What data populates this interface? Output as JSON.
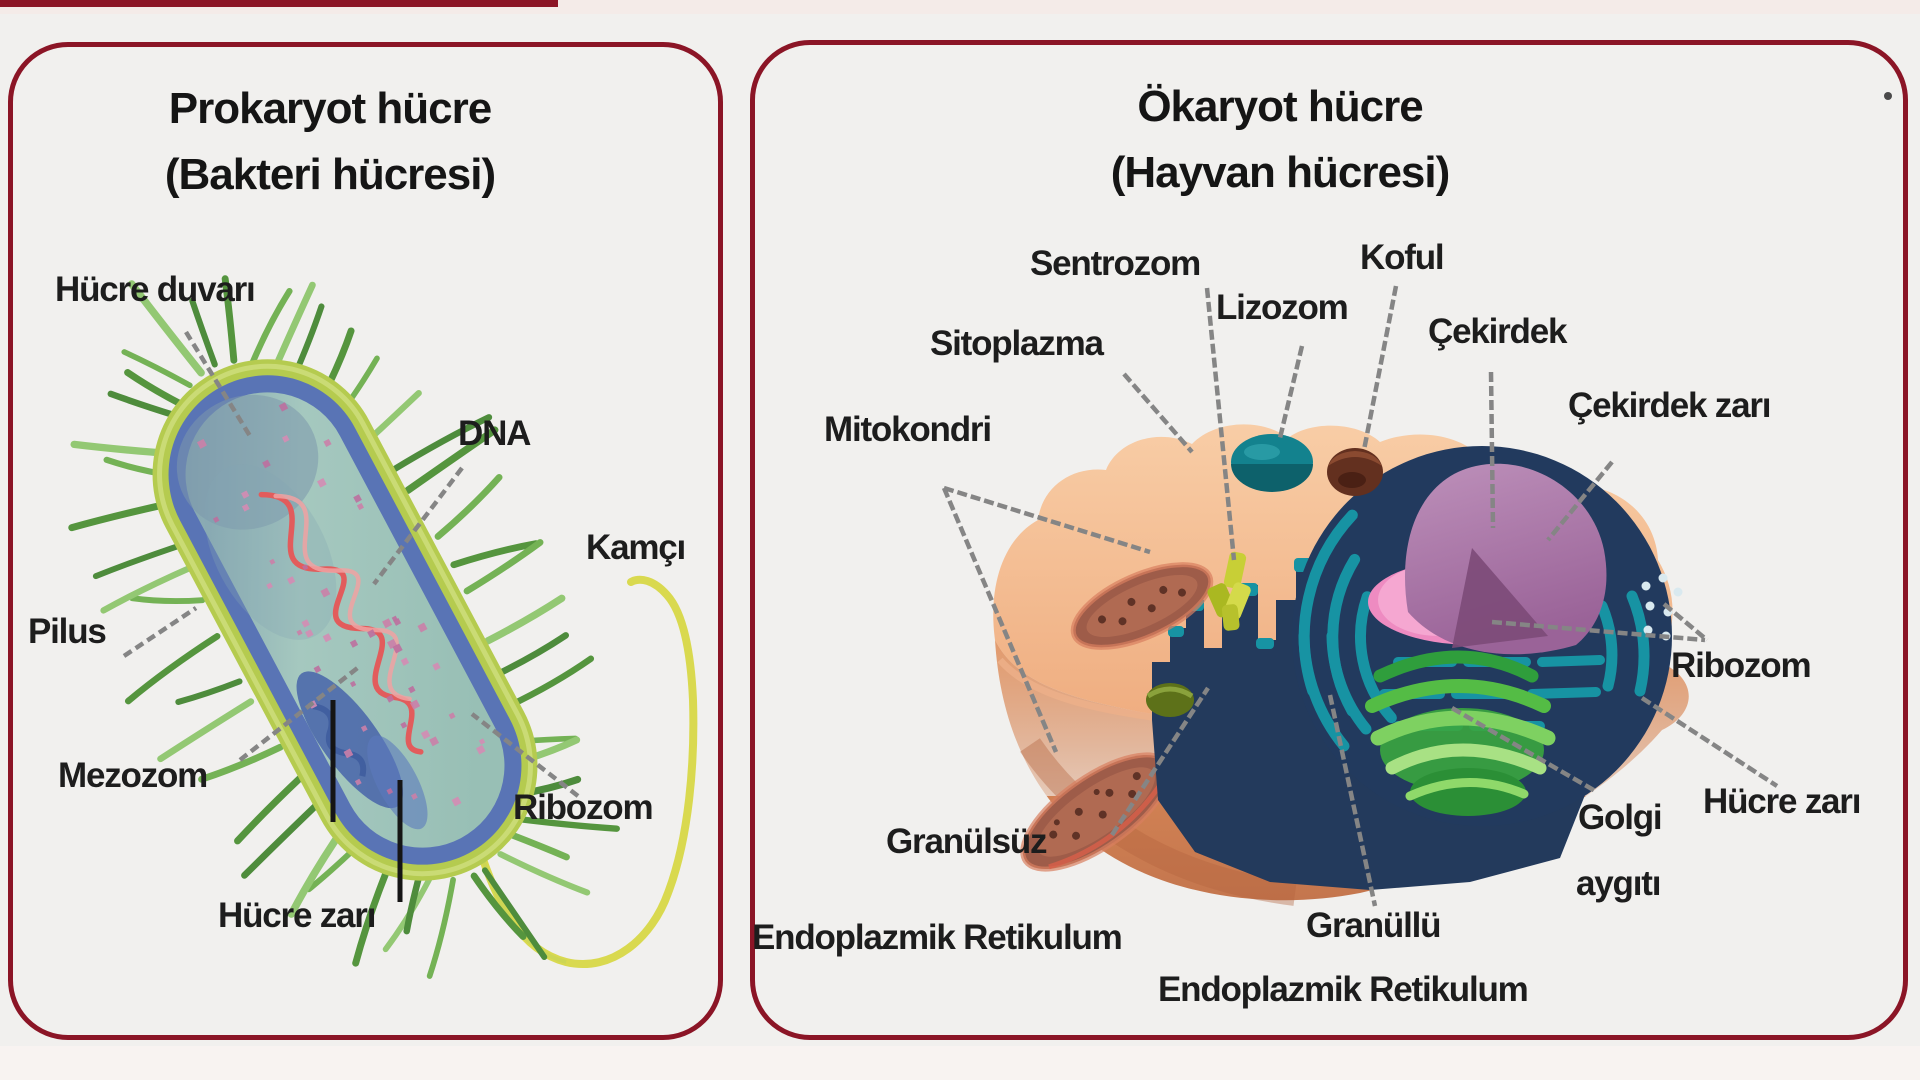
{
  "palette": {
    "frame_maroon": "#8b1526",
    "page_background": "#f1f0ee",
    "label_text": "#1d1d1d",
    "pointer_gray": "#858585",
    "pointer_black": "#151515",
    "bacteria_wall_green": "#b5cb4f",
    "bacteria_membrane_blue": "#5974b5",
    "bacteria_cytoplasm": "#9cc1b9",
    "bacteria_dna_red": "#e25c5c",
    "bacteria_ribosome_pink": "#cb7fa9",
    "pili_greens": [
      "#55953e",
      "#74b255",
      "#93c873",
      "#4e8c3c"
    ],
    "flagellum_yellow": "#d9d94f",
    "cell_peach": "#f6c49c",
    "cell_bowl_salmon": "#dc8f62",
    "er_navy": "#233a5c",
    "er_teal": "#1793a3",
    "nucleus_purple": "#b184ae",
    "nucleus_pink": "#ee8bc1",
    "golgi_green": "#54bc45",
    "mitochondrion_brown": "#9e5c49",
    "lysosome_teal": "#13828e",
    "vacuole_brown": "#63301f",
    "centrosome_yellow_green": "#c8cf36"
  },
  "left_panel": {
    "title_line1": "Prokaryot hücre",
    "title_line2": "(Bakteri hücresi)",
    "labels": {
      "hucre_duvari": "Hücre duvarı",
      "dna": "DNA",
      "kamci": "Kamçı",
      "pilus": "Pilus",
      "mezozom": "Mezozom",
      "ribozom": "Ribozom",
      "hucre_zari": "Hücre zarı"
    }
  },
  "right_panel": {
    "title_line1": "Ökaryot hücre",
    "title_line2": "(Hayvan hücresi)",
    "labels": {
      "sentrozom": "Sentrozom",
      "koful": "Koful",
      "lizozom": "Lizozom",
      "cekirdek": "Çekirdek",
      "sitoplazma": "Sitoplazma",
      "cekirdek_zari": "Çekirdek zarı",
      "mitokondri": "Mitokondri",
      "ribozom": "Ribozom",
      "granulsuz_line1": "Granülsüz",
      "granulsuz_line2": "Endoplazmik Retikulum",
      "golgi_line1": "Golgi",
      "golgi_line2": "aygıtı",
      "hucre_zari": "Hücre zarı",
      "granullu_line1": "Granüllü",
      "granullu_line2": "Endoplazmik Retikulum"
    }
  }
}
